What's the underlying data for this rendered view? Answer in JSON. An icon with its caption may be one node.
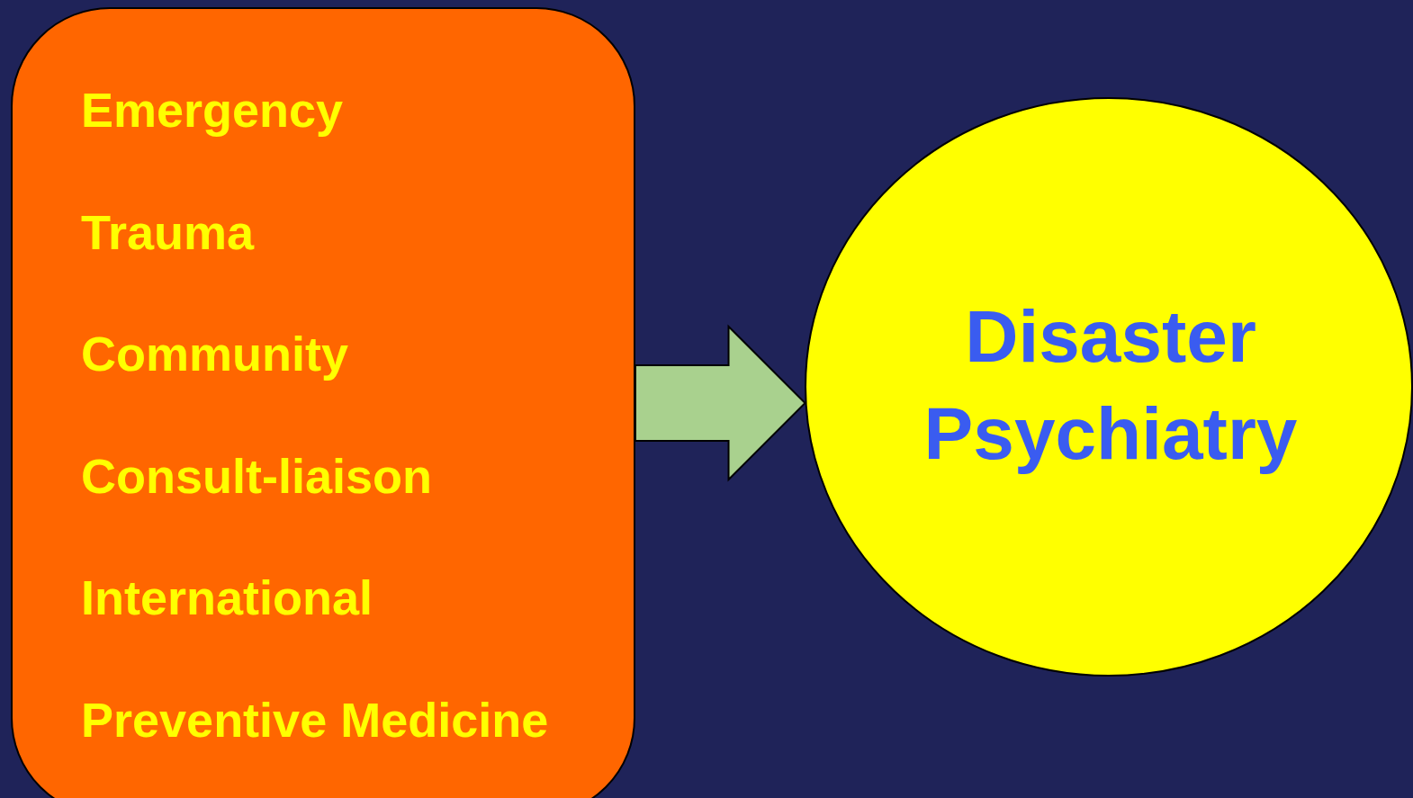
{
  "diagram": {
    "nodes": [
      {
        "text": [
          "Emergency",
          "Trauma",
          "Community",
          "Consult-liaison",
          "International",
          "Preventive Medicine"
        ]
      },
      {
        "text": [
          "Disaster Psychiatry"
        ]
      }
    ],
    "edges": [
      {
        "from": 0,
        "to": 1,
        "arrow": "to"
      }
    ]
  }
}
